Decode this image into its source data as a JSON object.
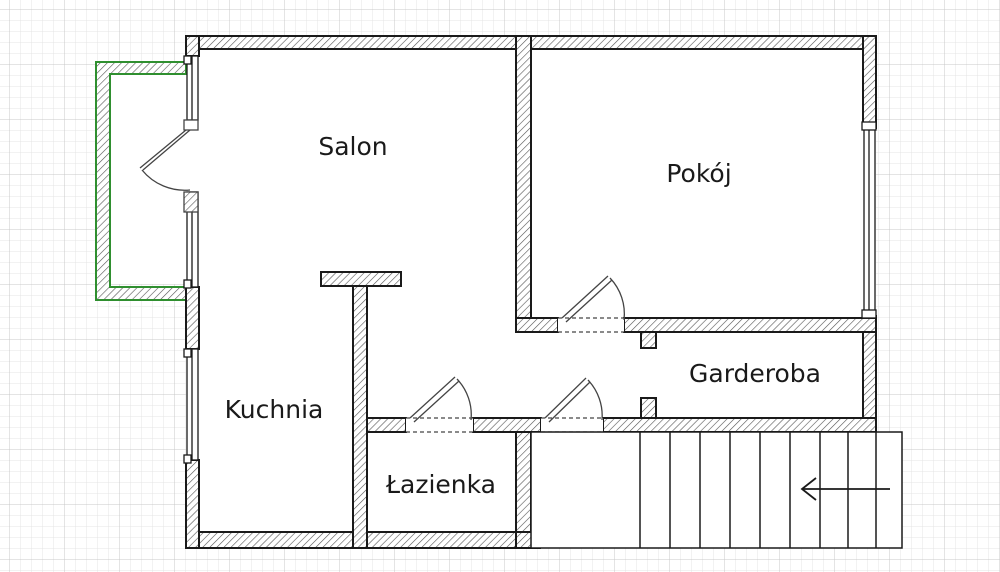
{
  "rooms": {
    "salon": "Salon",
    "pokoj": "Pokój",
    "kuchnia": "Kuchnia",
    "lazienka": "Łazienka",
    "garderoba": "Garderoba"
  },
  "colors": {
    "wall_stroke": "#1a1a1a",
    "hatch": "#555555",
    "grid_minor": "#e4e4e4",
    "grid_major": "#c8c8c8",
    "balcony": "#2f8f2f",
    "door": "#444444"
  },
  "icons": {
    "stair_direction": "arrow-left-icon"
  }
}
